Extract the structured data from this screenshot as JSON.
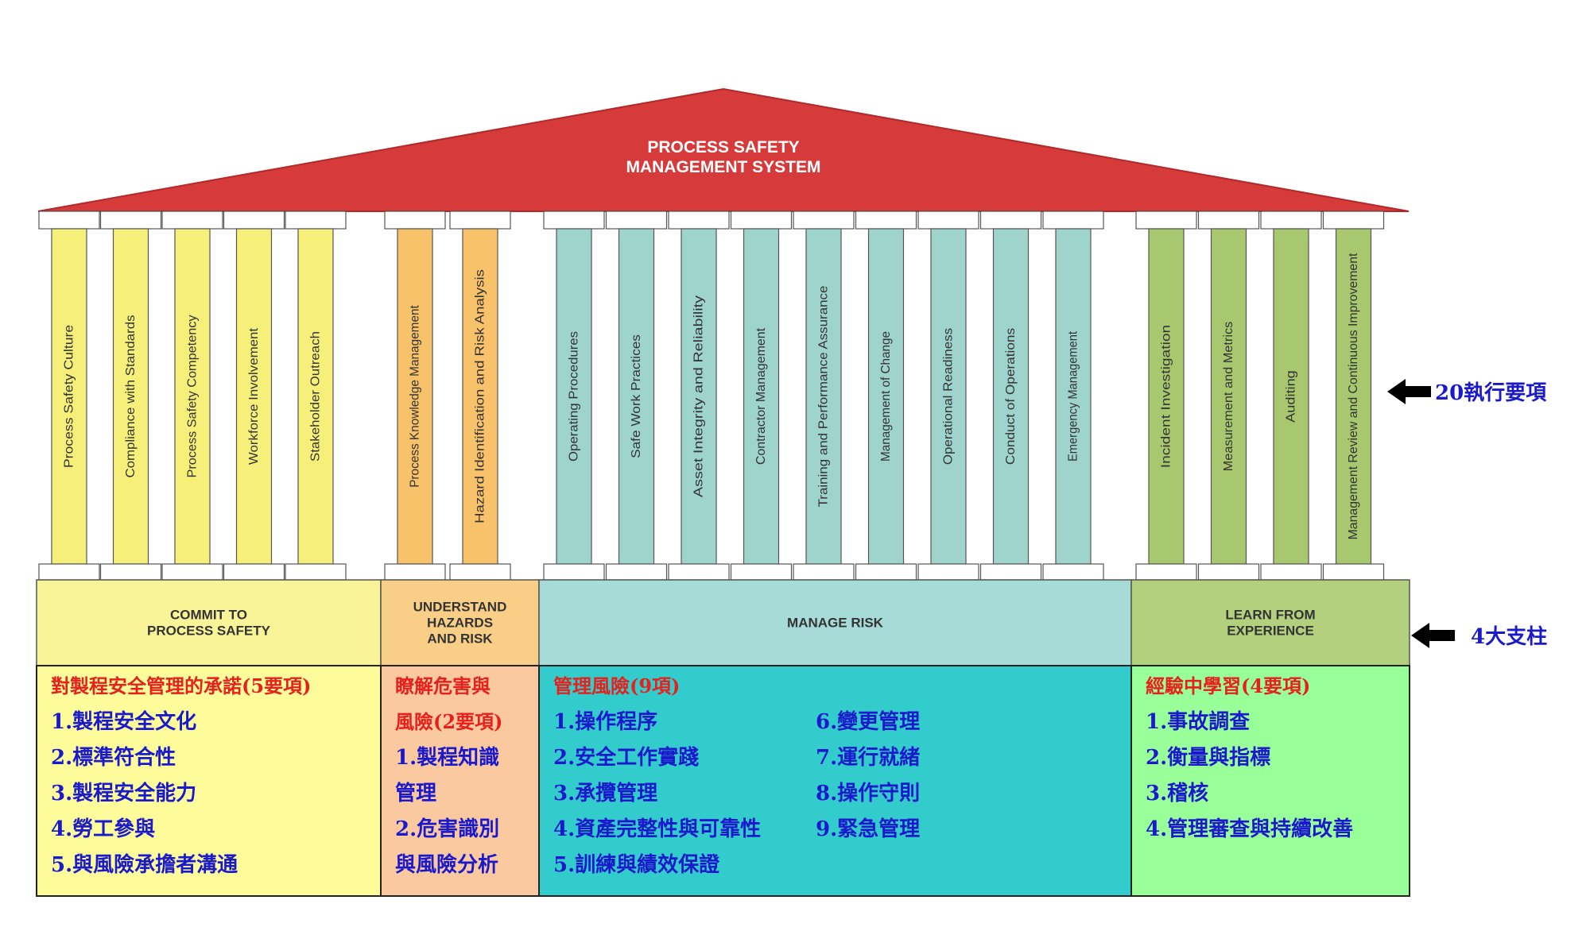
{
  "roof": {
    "title_line1": "PROCESS SAFETY",
    "title_line2": "MANAGEMENT SYSTEM",
    "color": "#d63a3a"
  },
  "pillar_groups": [
    {
      "id": "commit",
      "color": "#f6f07a",
      "base_color": "#f8f497",
      "pillars": [
        "Process Safety Culture",
        "Compliance with Standards",
        "Process Safety Competency",
        "Workforce Involvement",
        "Stakeholder Outreach"
      ],
      "base_label": [
        "COMMIT TO",
        "PROCESS SAFETY"
      ],
      "panel_color": "#fdfb9a",
      "panel_title": "對製程安全管理的承諾(5要項)",
      "panel_items": [
        "1.製程安全文化",
        "2.標準符合性",
        "3.製程安全能力",
        "4.勞工參與",
        "5.與風險承擔者溝通"
      ]
    },
    {
      "id": "understand",
      "color": "#f8c26a",
      "base_color": "#f9cf88",
      "pillars": [
        "Process Knowledge Management",
        "Hazard Identification and Risk Analysis"
      ],
      "base_label": [
        "UNDERSTAND",
        "HAZARDS",
        "AND RISK"
      ],
      "panel_color": "#fbc9a0",
      "panel_title": [
        "瞭解危害與",
        "風險(2要項)"
      ],
      "panel_items": [
        "1.製程知識",
        "管理",
        "2.危害識別",
        "與風險分析"
      ]
    },
    {
      "id": "manage",
      "color": "#9fd4cd",
      "base_color": "#a6dbd8",
      "pillars": [
        "Operating Procedures",
        "Safe Work Practices",
        "Asset Integrity and Reliability",
        "Contractor Management",
        "Training and Performance Assurance",
        "Management of Change",
        "Operational Readiness",
        "Conduct of Operations",
        "Emergency Management"
      ],
      "base_label": [
        "MANAGE RISK"
      ],
      "panel_color": "#33cccc",
      "panel_title": "管理風險(9項)",
      "panel_items_col1": [
        "1.操作程序",
        "2.安全工作實踐",
        "3.承攬管理",
        "4.資產完整性與可靠性",
        "5.訓練與績效保證"
      ],
      "panel_items_col2": [
        "6.變更管理",
        "7.運行就緒",
        "8.操作守則",
        "9.緊急管理"
      ]
    },
    {
      "id": "learn",
      "color": "#a8c870",
      "base_color": "#b2d07e",
      "pillars": [
        "Incident Investigation",
        "Measurement and Metrics",
        "Auditing",
        "Management Review and Continuous Improvement"
      ],
      "base_label": [
        "LEARN FROM",
        "EXPERIENCE"
      ],
      "panel_color": "#99ff99",
      "panel_title": "經驗中學習(4要項)",
      "panel_items": [
        "1.事故調查",
        "2.衡量與指標",
        "3.稽核",
        "4.管理審查與持續改善"
      ]
    }
  ],
  "annotations": {
    "elements_label": "20執行要項",
    "pillars_label": "4大支柱",
    "color": "#1a1acc"
  },
  "colors": {
    "panel_title": "#e8201c",
    "panel_text": "#1a1acc",
    "outline": "#555555"
  }
}
